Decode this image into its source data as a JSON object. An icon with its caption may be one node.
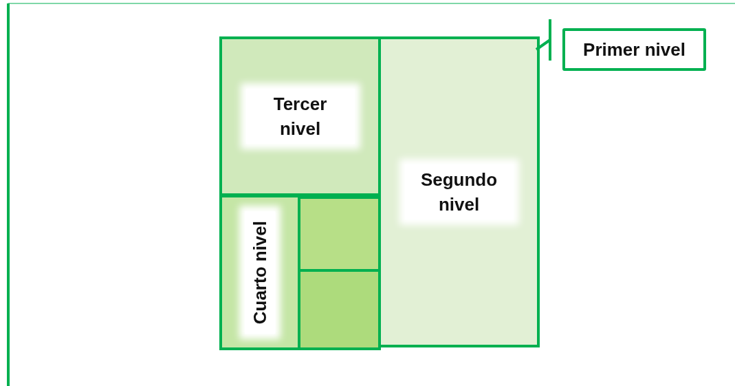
{
  "diagram": {
    "nodes": [
      {
        "text": [
          "Primer nivel"
        ]
      },
      {
        "text": [],
        "shape": "box"
      },
      {
        "text": [
          "Segundo nivel"
        ],
        "in": 1
      },
      {
        "text": [
          "Tercer nivel"
        ],
        "in": 1
      },
      {
        "text": [
          "Cuarto nivel"
        ],
        "in": 1
      },
      {
        "text": [],
        "shape": "box",
        "in": 1
      },
      {
        "text": [],
        "shape": "box",
        "in": 1
      }
    ],
    "edges": [
      {
        "from": 0,
        "to": 1,
        "arrow": "other"
      }
    ]
  }
}
